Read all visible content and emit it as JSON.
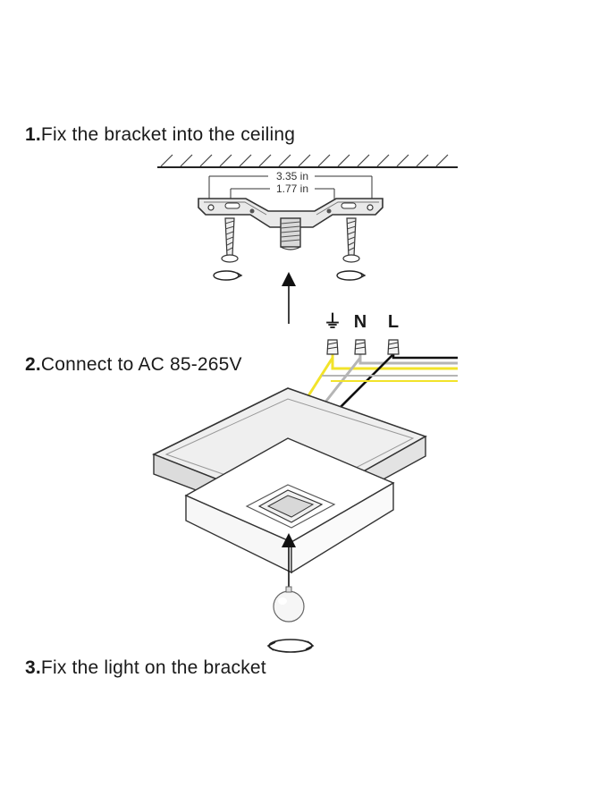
{
  "steps": [
    {
      "number": "1.",
      "text": "Fix the bracket into the ceiling"
    },
    {
      "number": "2.",
      "text": "Connect to AC 85-265V"
    },
    {
      "number": "3.",
      "text": "Fix the light on the bracket"
    }
  ],
  "dimensions": {
    "outer": "3.35 in",
    "inner": "1.77 in"
  },
  "terminals": {
    "ground": "⏚",
    "neutral": "N",
    "live": "L"
  },
  "colors": {
    "ground_wire": "#f2e32a",
    "neutral_wire": "#b5b5b5",
    "live_wire": "#111111"
  }
}
